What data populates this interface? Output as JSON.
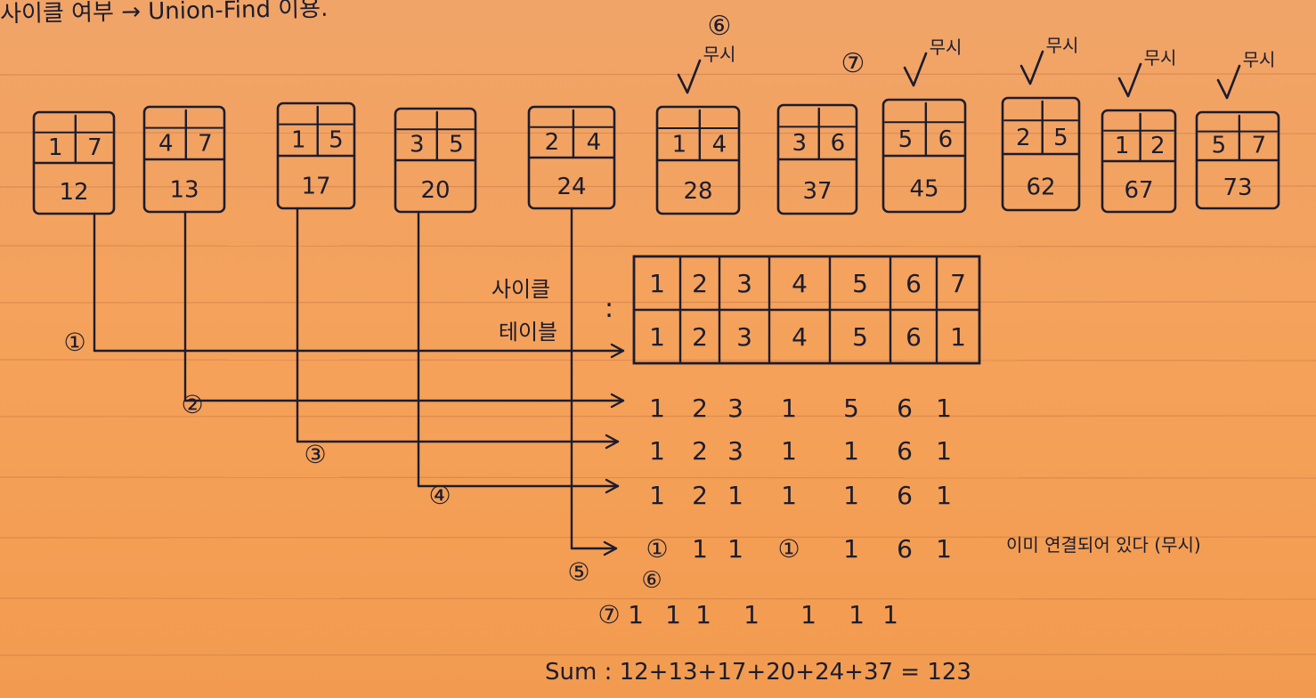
{
  "heading": "사이클 여부 → Union-Find 이용.",
  "edges": [
    {
      "u": "1",
      "v": "7",
      "w": "12",
      "mark": ""
    },
    {
      "u": "4",
      "v": "7",
      "w": "13",
      "mark": ""
    },
    {
      "u": "1",
      "v": "5",
      "w": "17",
      "mark": ""
    },
    {
      "u": "3",
      "v": "5",
      "w": "20",
      "mark": ""
    },
    {
      "u": "2",
      "v": "4",
      "w": "24",
      "mark": ""
    },
    {
      "u": "1",
      "v": "4",
      "w": "28",
      "mark": "무시"
    },
    {
      "u": "3",
      "v": "6",
      "w": "37",
      "mark": ""
    },
    {
      "u": "5",
      "v": "6",
      "w": "45",
      "mark": "무시"
    },
    {
      "u": "2",
      "v": "5",
      "w": "62",
      "mark": "무시"
    },
    {
      "u": "1",
      "v": "2",
      "w": "67",
      "mark": "무시"
    },
    {
      "u": "5",
      "v": "7",
      "w": "73",
      "mark": "무시"
    }
  ],
  "edge_step_marks": [
    {
      "edge": 5,
      "label": "⑥"
    },
    {
      "edge": 6,
      "label": "⑦"
    }
  ],
  "table_label_line1": "사이클",
  "table_label_line2": "테이블",
  "table_colon": ":",
  "table_header": [
    "1",
    "2",
    "3",
    "4",
    "5",
    "6",
    "7"
  ],
  "table_initial": [
    "1",
    "2",
    "3",
    "4",
    "5",
    "6",
    "1"
  ],
  "steps": [
    {
      "label": "①",
      "values": []
    },
    {
      "label": "②",
      "values": [
        "1",
        "2",
        "3",
        "1",
        "5",
        "6",
        "1"
      ]
    },
    {
      "label": "③",
      "values": [
        "1",
        "2",
        "3",
        "1",
        "1",
        "6",
        "1"
      ]
    },
    {
      "label": "④",
      "values": [
        "1",
        "2",
        "1",
        "1",
        "1",
        "6",
        "1"
      ]
    },
    {
      "label": "⑤",
      "values": [
        "①",
        "1",
        "1",
        "①",
        "1",
        "6",
        "1"
      ]
    },
    {
      "label": "⑦",
      "values": [
        "1",
        "1",
        "1",
        "1",
        "1",
        "1",
        "1"
      ]
    }
  ],
  "step6_label": "⑥",
  "already_connected_note": "이미 연결되어 있다 (무시)",
  "sum_line": "Sum : 12+13+17+20+24+37 = 123"
}
